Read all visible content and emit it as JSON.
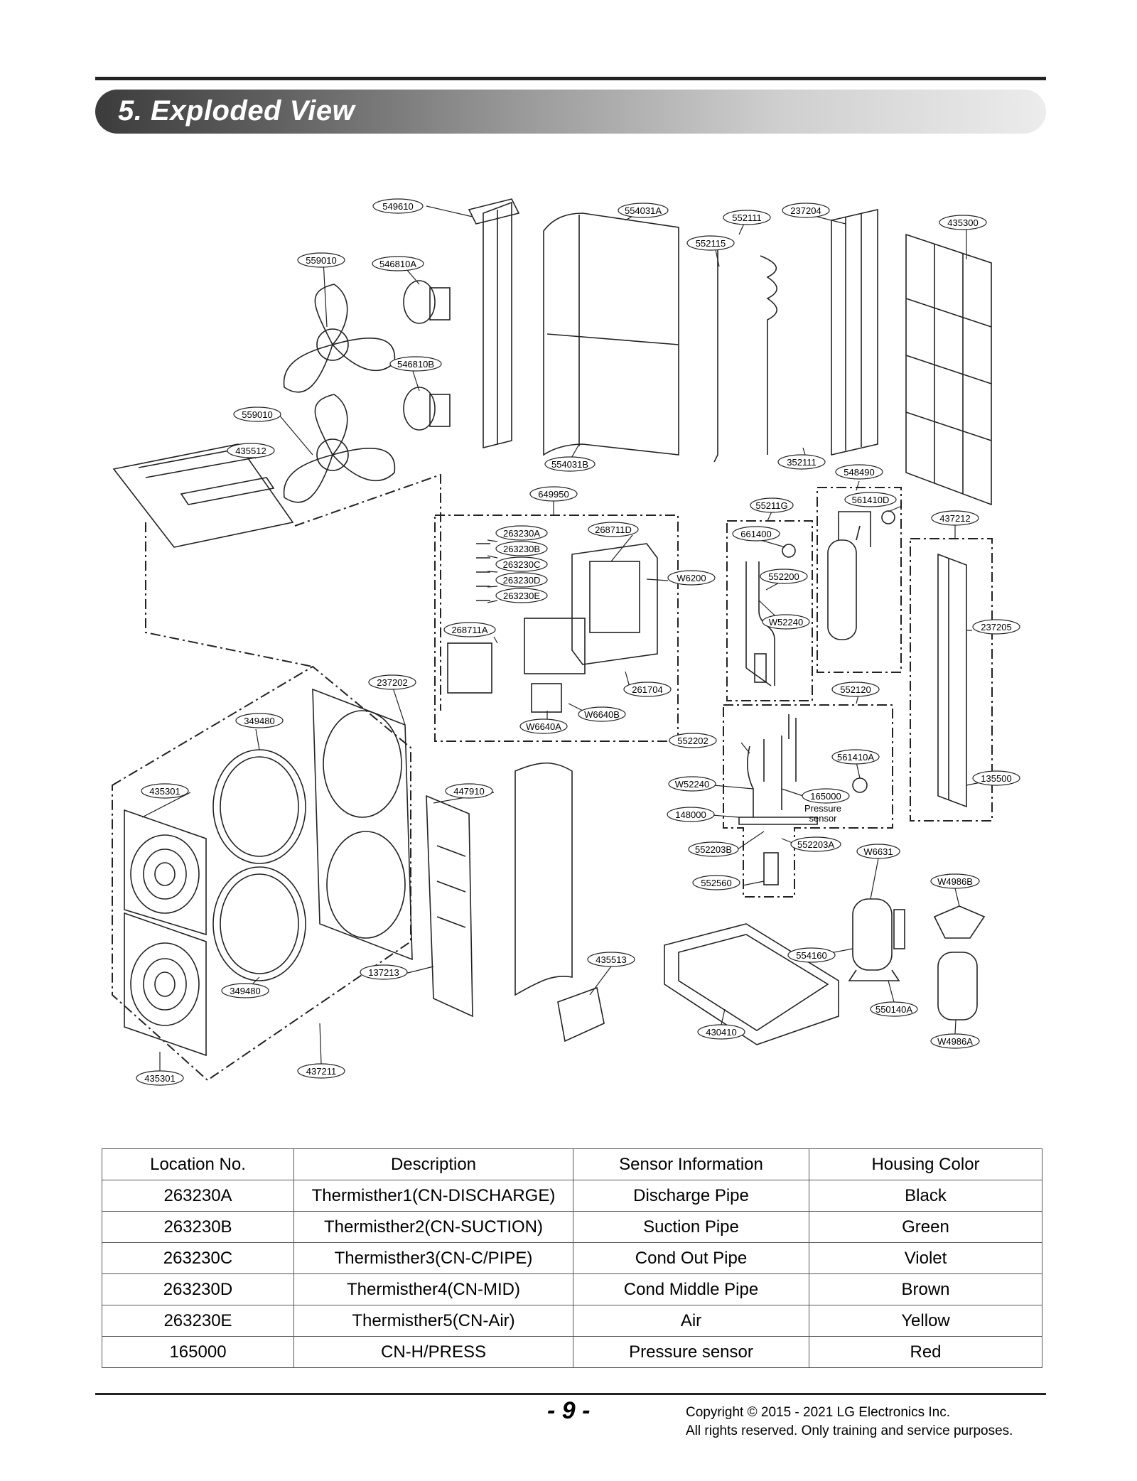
{
  "header": {
    "title": "5. Exploded View"
  },
  "diagram": {
    "labels": [
      "549610",
      "554031A",
      "552111",
      "237204",
      "435300",
      "552115",
      "559010",
      "546810A",
      "546810B",
      "559010",
      "435512",
      "554031B",
      "352111",
      "548490",
      "649950",
      "55211G",
      "561410D",
      "437212",
      "263230A",
      "268711D",
      "263230B",
      "263230C",
      "263230D",
      "263230E",
      "661400",
      "W6200",
      "552200",
      "W52240",
      "237205",
      "268711A",
      "261704",
      "552120",
      "237202",
      "W6640B",
      "W6640A",
      "349480",
      "552202",
      "561410A",
      "135500",
      "435301",
      "447910",
      "W52240",
      "165000",
      "148000",
      "552203B",
      "552203A",
      "W6631",
      "552560",
      "W4986B",
      "435513",
      "554160",
      "137213",
      "349480",
      "550140A",
      "430410",
      "W4986A",
      "435301",
      "437211"
    ],
    "annotation_lines": [
      "Pressure",
      "sensor"
    ]
  },
  "table": {
    "headers": [
      "Location No.",
      "Description",
      "Sensor Information",
      "Housing Color"
    ],
    "rows": [
      [
        "263230A",
        "Thermisther1(CN-DISCHARGE)",
        "Discharge Pipe",
        "Black"
      ],
      [
        "263230B",
        "Thermisther2(CN-SUCTION)",
        "Suction Pipe",
        "Green"
      ],
      [
        "263230C",
        "Thermisther3(CN-C/PIPE)",
        "Cond Out Pipe",
        "Violet"
      ],
      [
        "263230D",
        "Thermisther4(CN-MID)",
        "Cond Middle Pipe",
        "Brown"
      ],
      [
        "263230E",
        "Thermisther5(CN-Air)",
        "Air",
        "Yellow"
      ],
      [
        "165000",
        "CN-H/PRESS",
        "Pressure sensor",
        "Red"
      ]
    ]
  },
  "footer": {
    "page_number": "- 9 -",
    "copyright_line1": "Copyright © 2015 - 2021 LG Electronics Inc.",
    "copyright_line2": "All rights reserved. Only training and service purposes."
  }
}
